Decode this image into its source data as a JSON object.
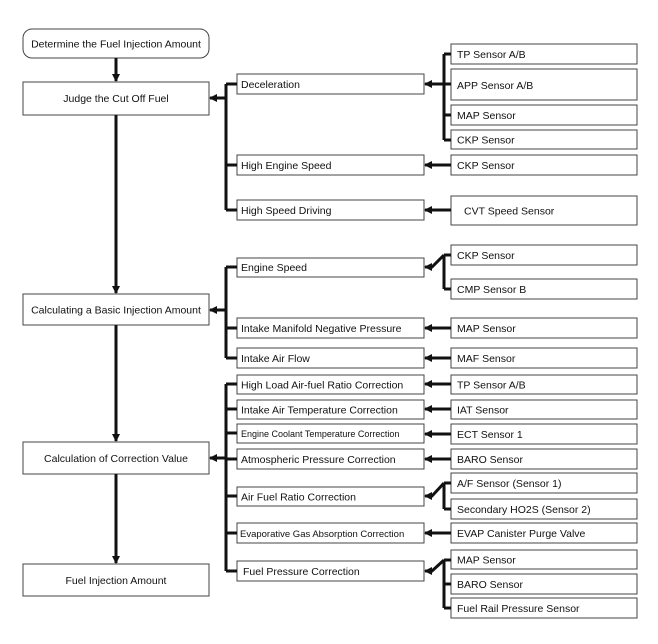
{
  "left_column": {
    "start": "Determine the Fuel Injection Amount",
    "judge": "Judge the Cut Off Fuel",
    "basic": "Calculating a Basic Injection Amount",
    "correction": "Calculation of Correction Value",
    "result": "Fuel Injection Amount"
  },
  "middle_column": {
    "deceleration": "Deceleration",
    "high_engine_speed": "High Engine Speed",
    "high_speed_driving": "High Speed Driving",
    "engine_speed": "Engine Speed",
    "intake_manifold": "Intake Manifold Negative Pressure",
    "intake_air_flow": "Intake Air Flow",
    "high_load": "High Load Air-fuel Ratio Correction",
    "intake_air_temp": "Intake Air Temperature Correction",
    "coolant_temp": "Engine Coolant Temperature Correction",
    "atmospheric": "Atmospheric Pressure Correction",
    "air_fuel_ratio": "Air Fuel Ratio Correction",
    "evaporative": "Evaporative Gas Absorption Correction",
    "fuel_pressure": "Fuel Pressure Correction"
  },
  "sensors": {
    "tp_ab_1": "TP Sensor A/B",
    "app_ab": "APP Sensor A/B",
    "map_1": "MAP Sensor",
    "ckp_1": "CKP Sensor",
    "ckp_2": "CKP Sensor",
    "cvt_speed": "CVT Speed Sensor",
    "ckp_3": "CKP Sensor",
    "cmp_b": "CMP Sensor B",
    "map_2": "MAP Sensor",
    "maf": "MAF Sensor",
    "tp_ab_2": "TP Sensor A/B",
    "iat": "IAT Sensor",
    "ect_1": "ECT Sensor 1",
    "baro_1": "BARO Sensor",
    "af_sensor_1": "A/F Sensor (Sensor 1)",
    "secondary_ho2s_2": "Secondary HO2S (Sensor 2)",
    "evap_purge": "EVAP Canister Purge Valve",
    "map_3": "MAP Sensor",
    "baro_2": "BARO Sensor",
    "fuel_rail": "Fuel Rail Pressure Sensor"
  }
}
